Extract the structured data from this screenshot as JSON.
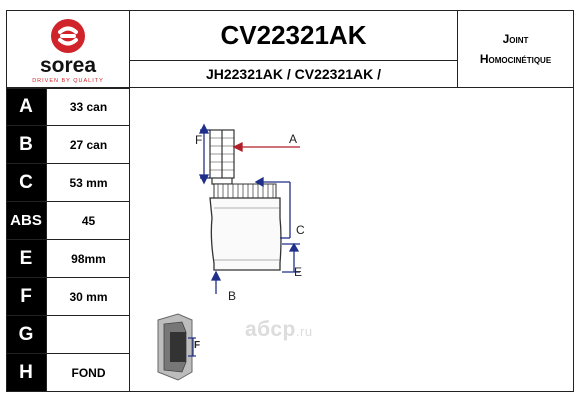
{
  "header": {
    "brand_name": "sorea",
    "brand_tagline": "DRIVEN BY QUALITY",
    "part_code": "CV22321AK",
    "alt_codes": "JH22321AK / CV22321AK /",
    "type_line1": "Joint",
    "type_line2": "Homocinétique"
  },
  "specs": [
    {
      "label": "A",
      "value": "33 can"
    },
    {
      "label": "B",
      "value": "27 can"
    },
    {
      "label": "C",
      "value": "53 mm"
    },
    {
      "label": "ABS",
      "value": "45"
    },
    {
      "label": "E",
      "value": "98mm"
    },
    {
      "label": "F",
      "value": "30 mm"
    },
    {
      "label": "G",
      "value": ""
    },
    {
      "label": "H",
      "value": "FOND"
    }
  ],
  "diagram": {
    "label_a": "A",
    "label_b": "B",
    "label_c": "C",
    "label_e": "E",
    "label_f": "F",
    "thumb_label_f": "F"
  },
  "watermark": {
    "text": "абср",
    "suffix": ".ru"
  },
  "colors": {
    "brand_red": "#d0232a",
    "arrow_red": "#b01e2a",
    "arrow_blue": "#1f2f8a"
  }
}
